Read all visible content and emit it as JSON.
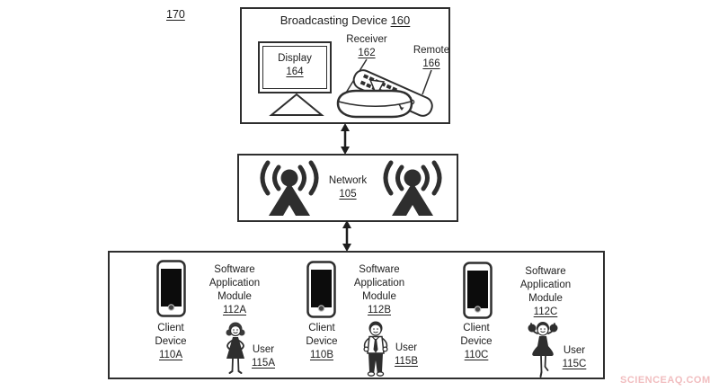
{
  "figure_ref": "170",
  "broadcast": {
    "title": "Broadcasting Device",
    "ref": "160",
    "display_label": "Display",
    "display_ref": "164",
    "receiver_label": "Receiver",
    "receiver_ref": "162",
    "remote_label": "Remote",
    "remote_ref": "166"
  },
  "network": {
    "label": "Network",
    "ref": "105"
  },
  "clients": {
    "groups": [
      {
        "module_label": "Software Application Module",
        "module_ref": "112A",
        "device_label": "Client Device",
        "device_ref": "110A",
        "user_label": "User",
        "user_ref": "115A",
        "user_type": "woman"
      },
      {
        "module_label": "Software Application Module",
        "module_ref": "112B",
        "device_label": "Client Device",
        "device_ref": "110B",
        "user_label": "User",
        "user_ref": "115B",
        "user_type": "man"
      },
      {
        "module_label": "Software Application Module",
        "module_ref": "112C",
        "device_label": "Client Device",
        "device_ref": "110C",
        "user_label": "User",
        "user_ref": "115C",
        "user_type": "girl"
      }
    ]
  },
  "watermark": "SCIENCEAQ.COM",
  "colors": {
    "ink": "#2e2e2e",
    "text": "#1d1d1d",
    "watermark": "#f1bdbf",
    "background": "#ffffff"
  }
}
